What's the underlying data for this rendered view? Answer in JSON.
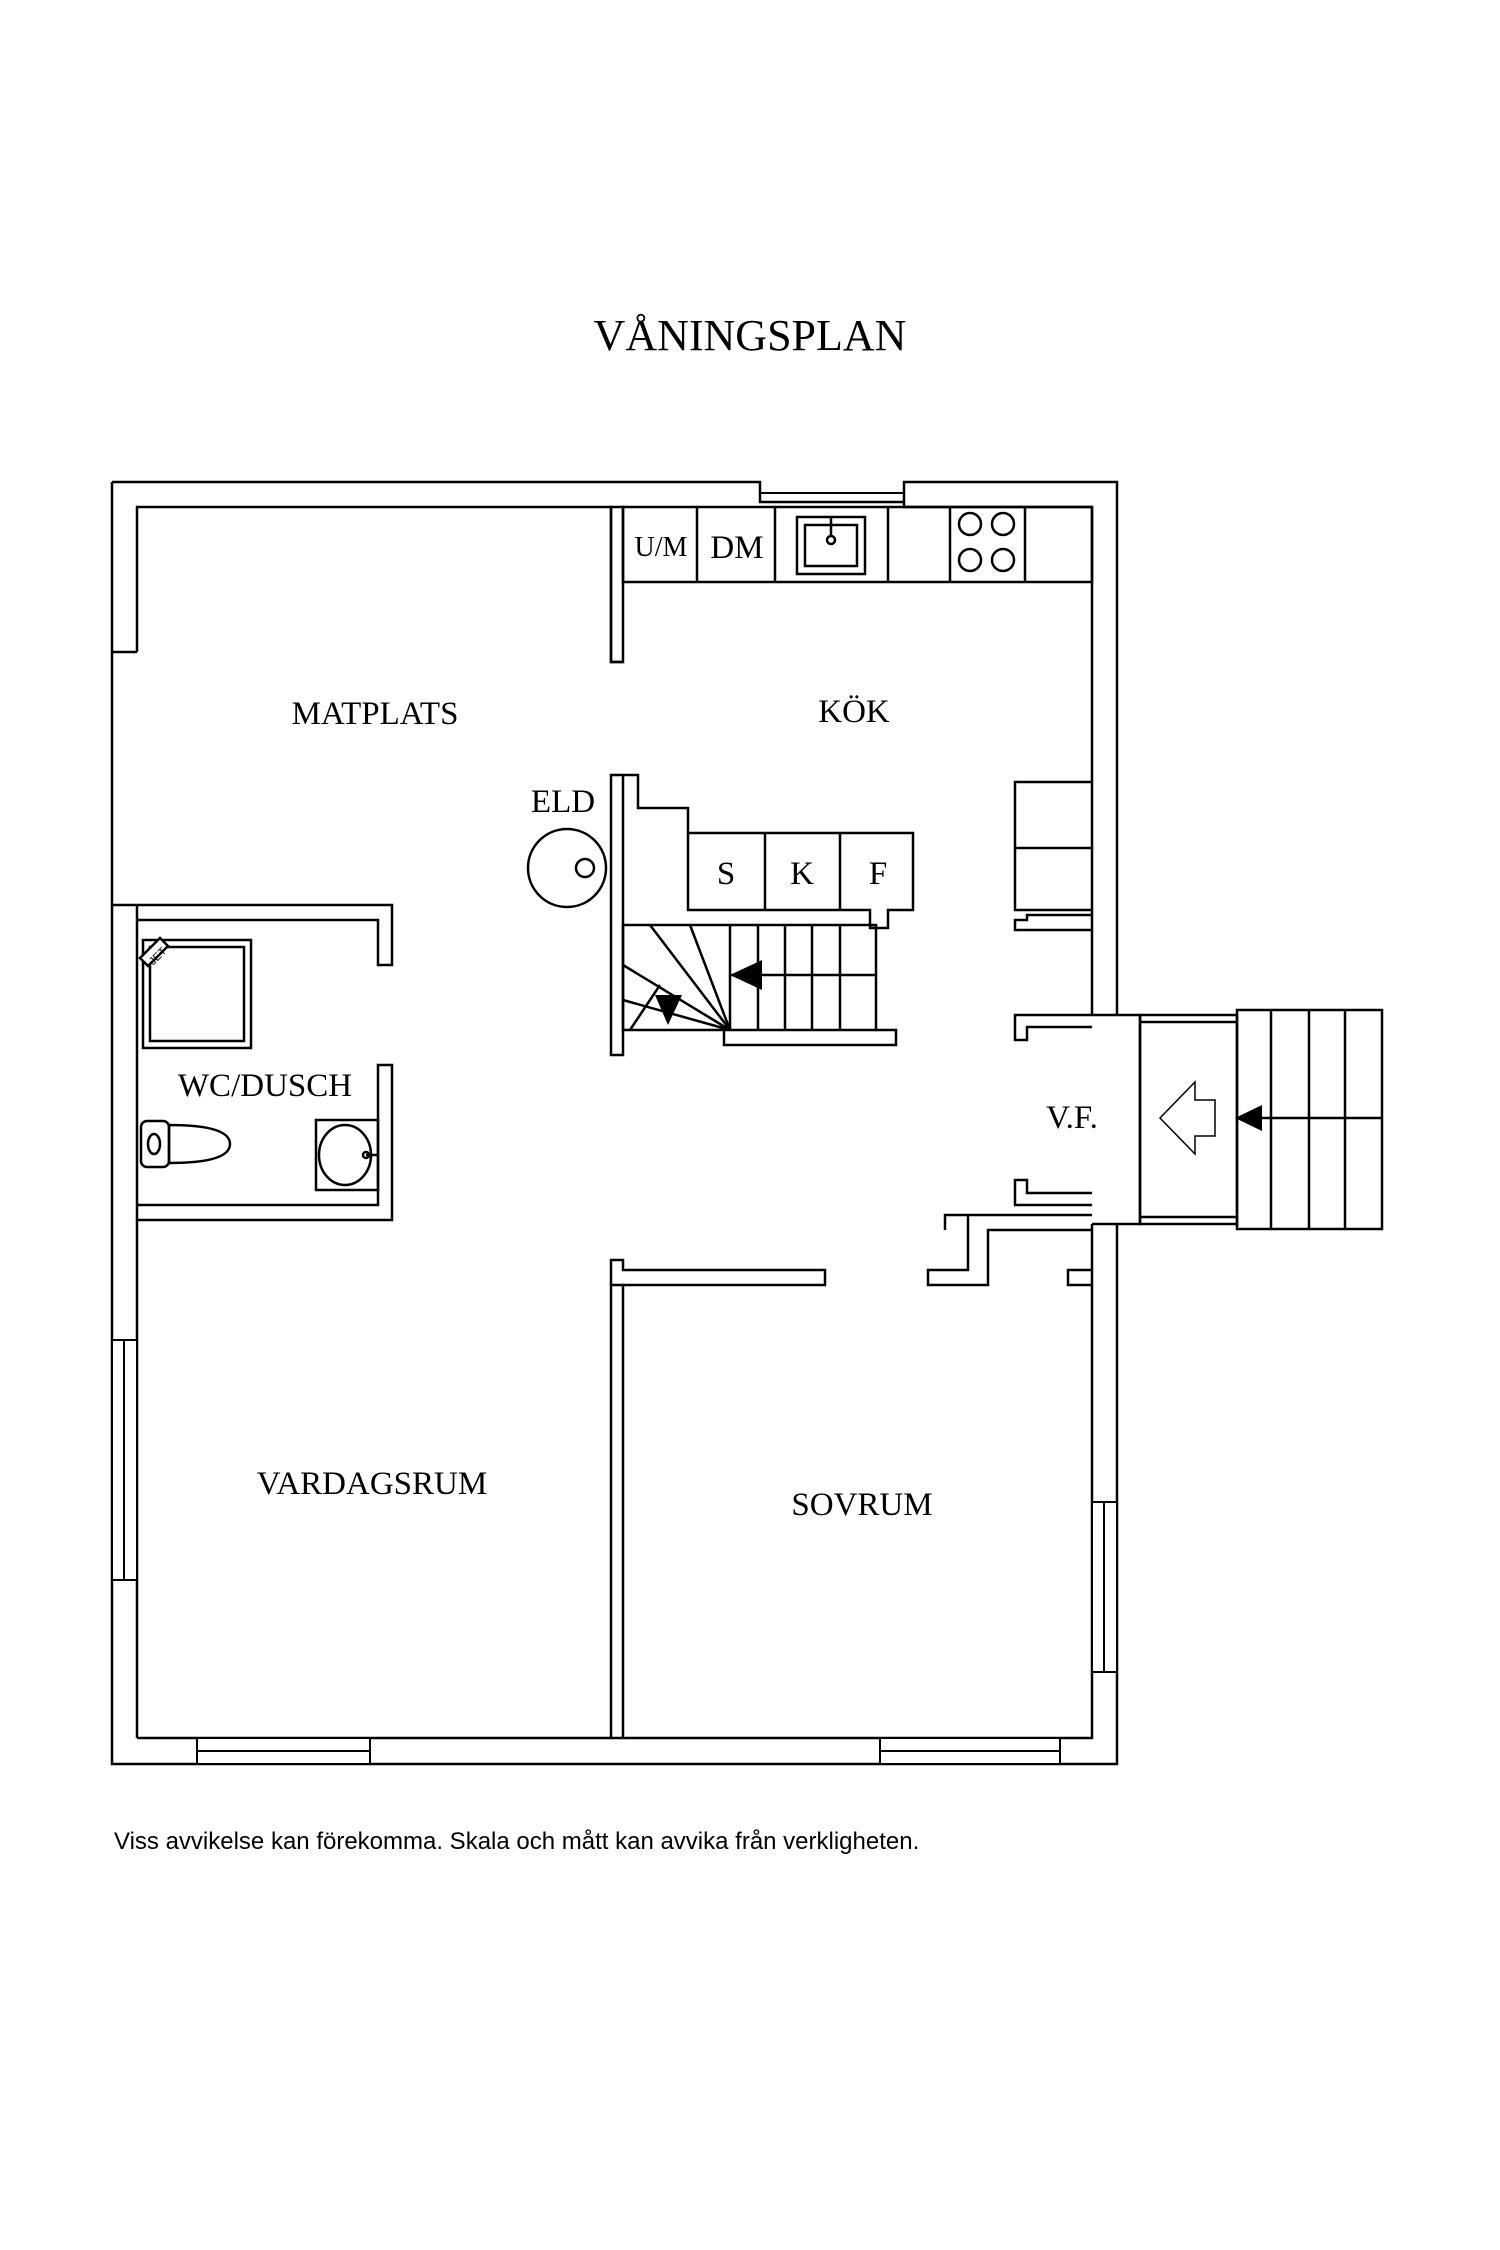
{
  "title": "VÅNINGSPLAN",
  "rooms": {
    "matplats": "MATPLATS",
    "kok": "KÖK",
    "eld": "ELD",
    "wc_dusch": "WC/DUSCH",
    "vardagsrum": "VARDAGSRUM",
    "sovrum": "SOVRUM",
    "vf": "V.F."
  },
  "kitchen_units": {
    "um": "U/M",
    "dm": "DM"
  },
  "closets": [
    "S",
    "K",
    "F"
  ],
  "disclaimer": "Viss avvikelse kan förekomma. Skala och mått kan avvika från verkligheten."
}
